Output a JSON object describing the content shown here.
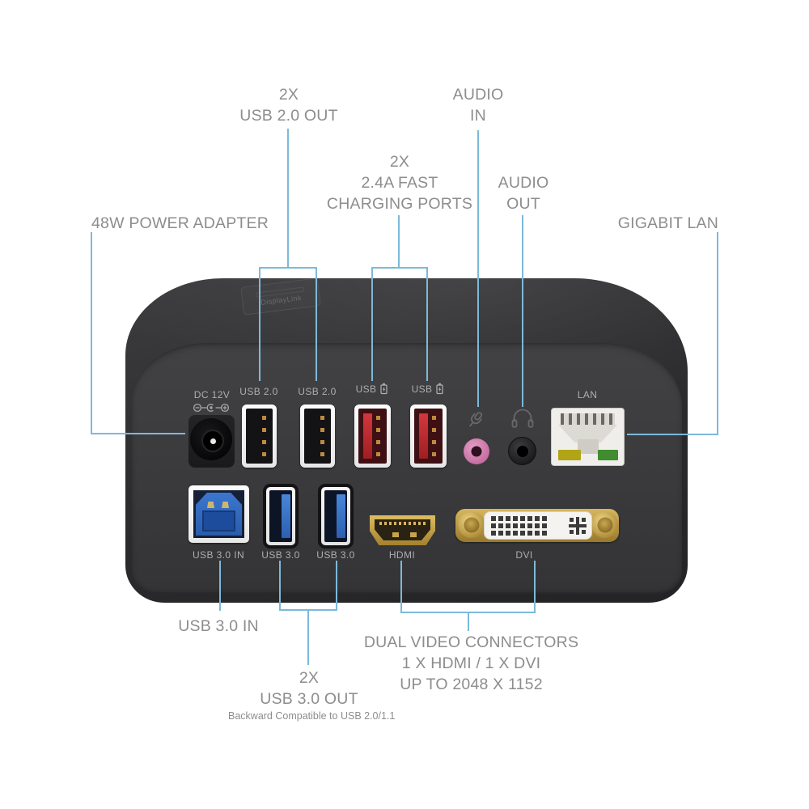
{
  "annotations": {
    "usb2_out": {
      "lines": [
        "2X",
        "USB 2.0 OUT"
      ]
    },
    "audio_in": {
      "lines": [
        "AUDIO",
        "IN"
      ]
    },
    "fast_charge": {
      "lines": [
        "2X",
        "2.4A FAST",
        "CHARGING PORTS"
      ]
    },
    "audio_out": {
      "lines": [
        "AUDIO",
        "OUT"
      ]
    },
    "power_adapter": {
      "label": "48W POWER ADAPTER"
    },
    "gigabit_lan": {
      "label": "GIGABIT LAN"
    },
    "usb3_in": {
      "label": "USB 3.0 IN"
    },
    "usb3_out": {
      "lines": [
        "2X",
        "USB 3.0 OUT"
      ],
      "note": "Backward Compatible to USB 2.0/1.1"
    },
    "dual_video": {
      "lines": [
        "DUAL VIDEO CONNECTORS",
        "1 X HDMI / 1 X DVI",
        "UP TO 2048 X 1152"
      ]
    }
  },
  "device": {
    "badge_text": "DisplayLink",
    "port_labels": {
      "dc": "DC 12V",
      "usb2_a": "USB 2.0",
      "usb2_b": "USB 2.0",
      "charge_a": "USB",
      "charge_b": "USB",
      "lan": "LAN",
      "usb3_in": "USB 3.0 IN",
      "usb3_a": "USB 3.0",
      "usb3_b": "USB 3.0",
      "hdmi": "HDMI",
      "dvi": "DVI"
    }
  },
  "colors": {
    "annotation_line": "#7cb9da",
    "annotation_text": "#8d8d8d",
    "port_label_text": "#aeaeb0",
    "usb3_blue": "#2e68c0",
    "charge_red": "#c1272d",
    "audio_in_pink": "#d787b4",
    "connector_gold": "#c4a04c"
  }
}
